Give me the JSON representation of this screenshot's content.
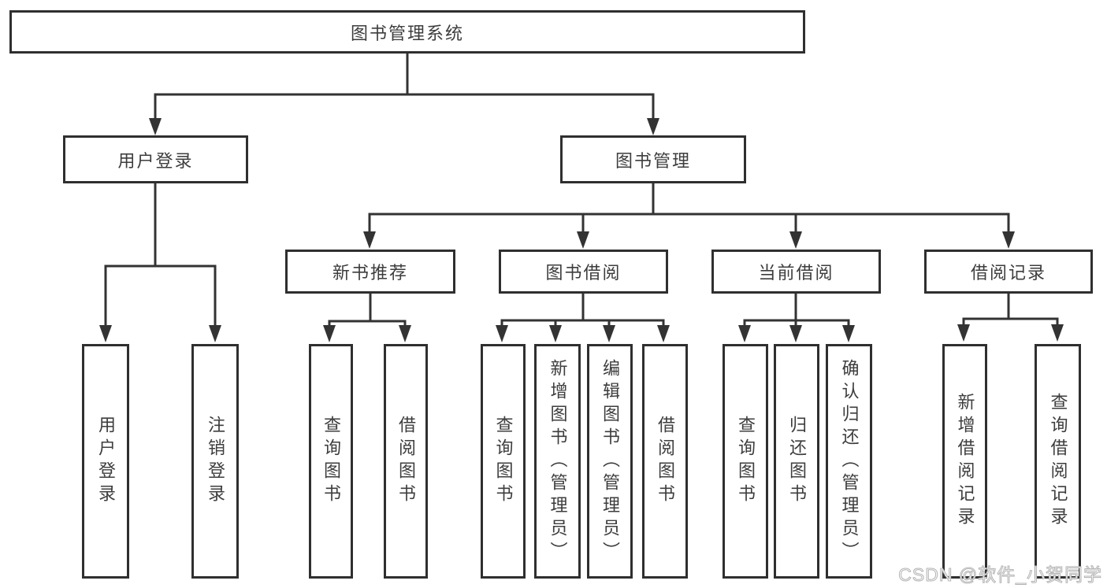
{
  "diagram": {
    "title": "图书管理系统",
    "root": "图书管理系统",
    "level2": [
      "用户登录",
      "图书管理"
    ],
    "level3": [
      "新书推荐",
      "图书借阅",
      "当前借阅",
      "借阅记录"
    ],
    "leaves": {
      "user_login": [
        "用户登录",
        "注销登录"
      ],
      "new_books": [
        "查询图书",
        "借阅图书"
      ],
      "book_borrow": [
        "查询图书",
        "新增图书（管理员）",
        "编辑图书（管理员）",
        "借阅图书"
      ],
      "current_borrow": [
        "查询图书",
        "归还图书",
        "确认归还（管理员）"
      ],
      "borrow_records": [
        "新增借阅记录",
        "查询借阅记录"
      ]
    }
  },
  "colors": {
    "line": "#333333",
    "box_border": "#2f2f2f",
    "text": "#3d3d3d",
    "watermark_stroke": "#b5b5b5"
  },
  "watermark": {
    "text": "CSDN @软件_小贺同学"
  }
}
